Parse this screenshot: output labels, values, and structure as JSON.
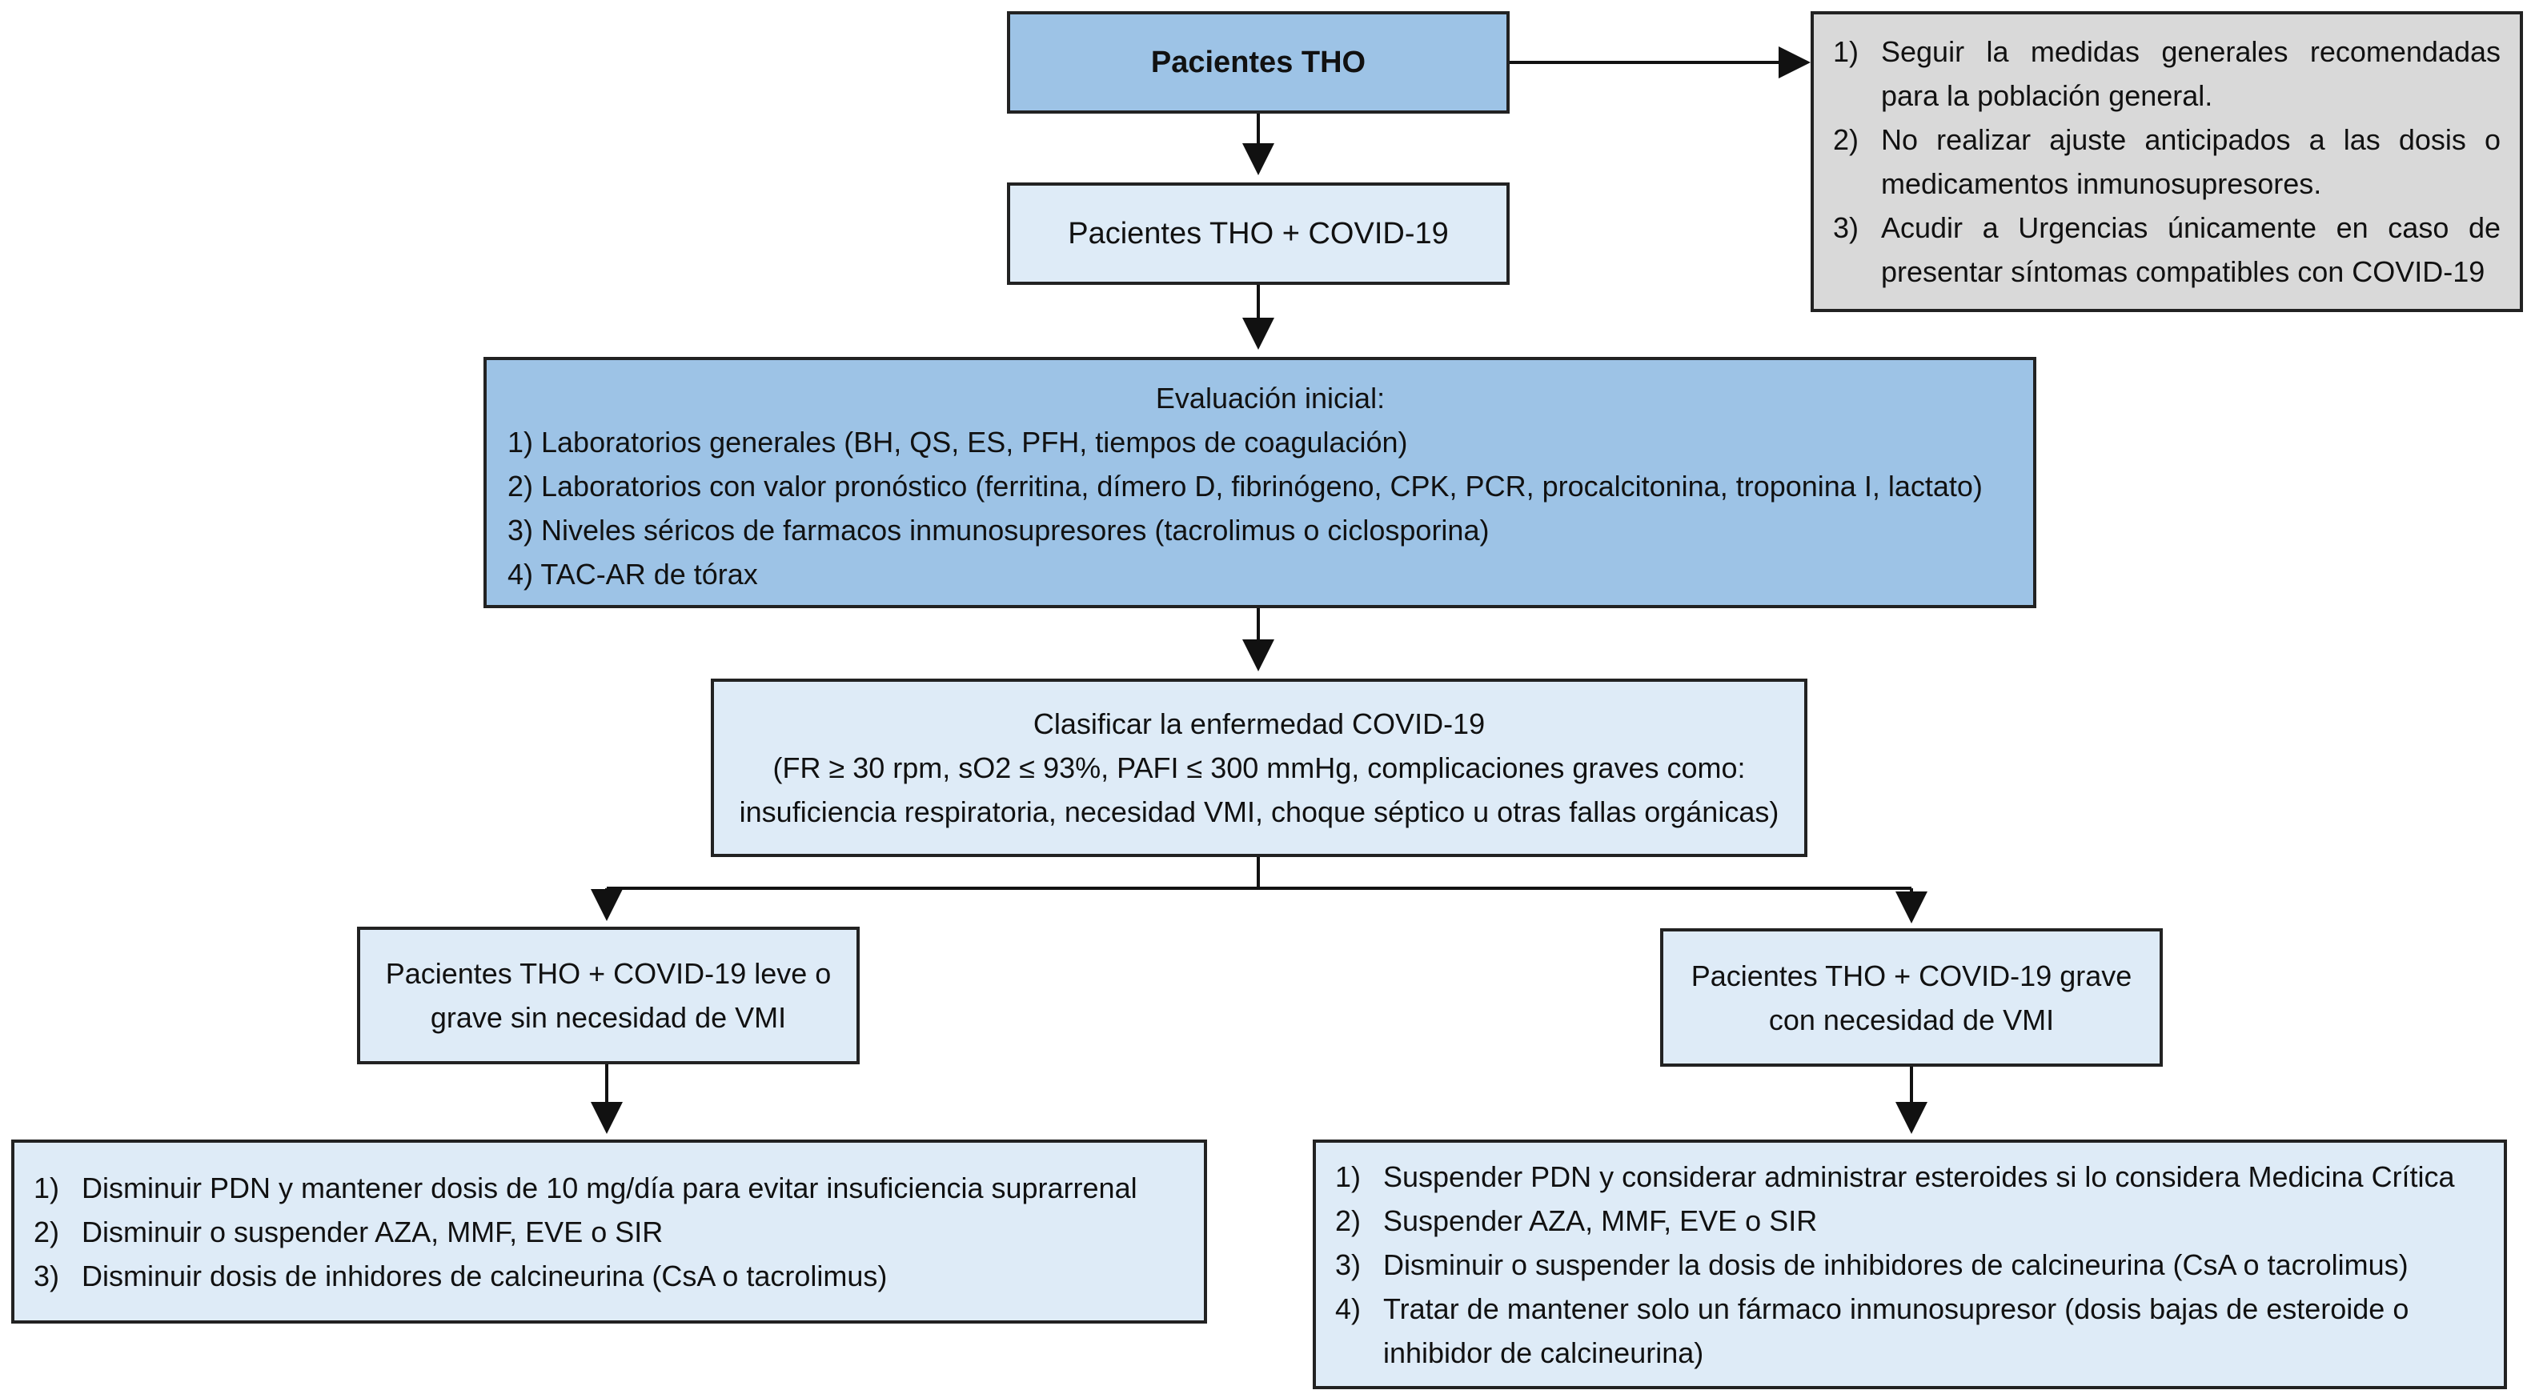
{
  "nodes": {
    "tho": {
      "label": "Pacientes THO"
    },
    "tho_covid": {
      "label": "Pacientes THO + COVID-19"
    },
    "general_measures": {
      "items": [
        {
          "num": "1)",
          "text": "Seguir la medidas generales recomendadas para la población general."
        },
        {
          "num": "2)",
          "text": "No realizar ajuste anticipados a las dosis o medicamentos inmunosupresores."
        },
        {
          "num": "3)",
          "text": "Acudir a Urgencias únicamente en caso de presentar síntomas compatibles con COVID-19"
        }
      ]
    },
    "initial_eval": {
      "title": "Evaluación inicial:",
      "items": [
        "1) Laboratorios generales (BH, QS, ES, PFH, tiempos de coagulación)",
        "2) Laboratorios con valor pronóstico (ferritina, dímero D, fibrinógeno, CPK, PCR, procalcitonina, troponina I, lactato)",
        "3) Niveles séricos de farmacos inmunosupresores (tacrolimus o ciclosporina)",
        "4) TAC-AR de tórax"
      ]
    },
    "classify": {
      "lines": [
        "Clasificar la enfermedad COVID-19",
        "(FR ≥ 30 rpm, sO2 ≤ 93%, PAFI ≤ 300 mmHg, complicaciones graves como:",
        "insuficiencia respiratoria, necesidad VMI, choque séptico u otras fallas orgánicas)"
      ]
    },
    "mild": {
      "lines": [
        "Pacientes THO + COVID-19 leve o",
        "grave sin necesidad de VMI"
      ]
    },
    "severe": {
      "lines": [
        "Pacientes THO + COVID-19 grave",
        "con necesidad de VMI"
      ]
    },
    "mild_actions": {
      "items": [
        {
          "num": "1)",
          "text": "Disminuir PDN y mantener dosis de 10 mg/día para evitar insuficiencia suprarrenal"
        },
        {
          "num": "2)",
          "text": "Disminuir o suspender AZA, MMF, EVE o SIR"
        },
        {
          "num": "3)",
          "text": "Disminuir dosis de inhidores de calcineurina (CsA o tacrolimus)"
        }
      ]
    },
    "severe_actions": {
      "items": [
        {
          "num": "1)",
          "text": "Suspender PDN y considerar administrar esteroides si lo considera Medicina Crítica"
        },
        {
          "num": "2)",
          "text": "Suspender AZA, MMF, EVE o SIR"
        },
        {
          "num": "3)",
          "text": "Disminuir o suspender la dosis de inhibidores de calcineurina (CsA o tacrolimus)"
        },
        {
          "num": "4)",
          "text": "Tratar de mantener solo un fármaco inmunosupresor (dosis bajas de esteroide o inhibidor de calcineurina)"
        }
      ]
    }
  },
  "colors": {
    "primary_box": "#9dc3e6",
    "secondary_box": "#deebf7",
    "info_box": "#d9d9d9",
    "border": "#222222"
  }
}
